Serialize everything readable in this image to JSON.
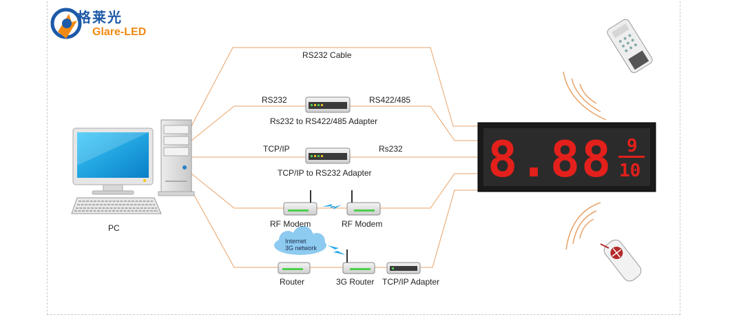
{
  "logo": {
    "chinese": "格莱光",
    "english": "Glare-LED"
  },
  "pc_label": "PC",
  "links": {
    "rs232_cable": "RS232 Cable",
    "rs232_left": "RS232",
    "rs422_485": "RS422/485",
    "adapter_rs232_rs422": "Rs232 to RS422/485 Adapter",
    "tcpip_left": "TCP/IP",
    "rs232_right": "Rs232",
    "adapter_tcpip_rs232": "TCP/IP to RS232 Adapter",
    "rf_modem_1": "RF Modem",
    "rf_modem_2": "RF Modem",
    "cloud_line1": "Internet",
    "cloud_line2": "3G network",
    "router": "Router",
    "router_3g": "3G Router",
    "tcpip_adapter": "TCP/IP Adapter"
  },
  "display": {
    "main_digits": "8.88",
    "fraction_top": "9",
    "fraction_bottom": "10"
  },
  "colors": {
    "cable": "#e8a268",
    "led": "#e3201b",
    "logo_blue": "#1d5aa8",
    "logo_orange": "#f08a12",
    "cloud": "#8ecbf0"
  }
}
